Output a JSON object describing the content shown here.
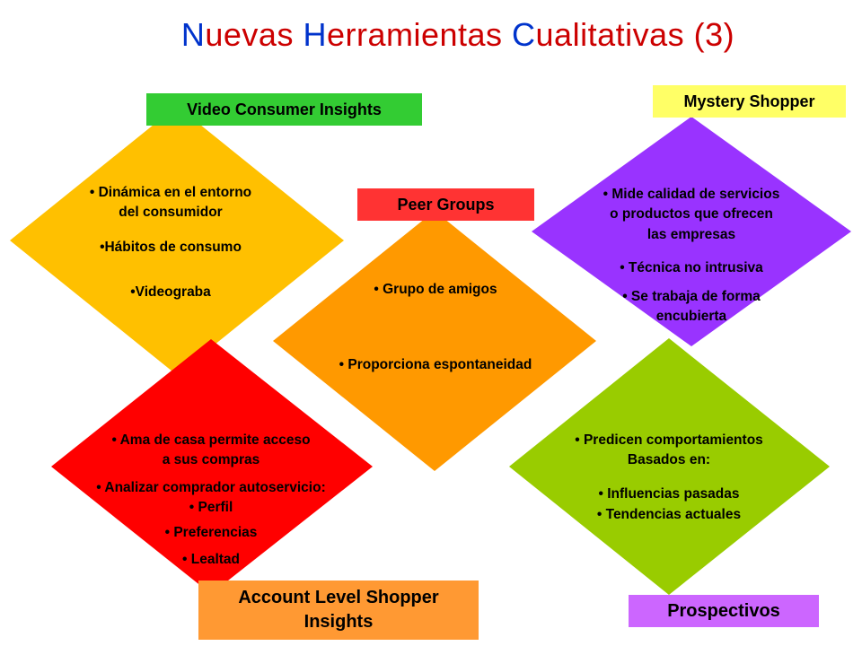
{
  "title": {
    "w1_first": "N",
    "w1_rest": "uevas ",
    "w2_first": "H",
    "w2_rest": "erramientas ",
    "w3_first": "C",
    "w3_rest": "ualitativas (3)"
  },
  "colors": {
    "yellow": "#ffc000",
    "orange": "#ff9900",
    "purple": "#9933ff",
    "red": "#ff0000",
    "green": "#99cc00",
    "label_green": "#33cc33",
    "label_yellow": "#ffff66",
    "label_red": "#ff3333",
    "label_orange": "#ff9933",
    "label_purple": "#cc66ff"
  },
  "video": {
    "label": "Video Consumer Insights",
    "b1a": "• Dinámica en el entorno",
    "b1b": "del consumidor",
    "b2": "•Hábitos de consumo",
    "b3": "•Videograba"
  },
  "peer": {
    "label": "Peer Groups",
    "b1": "• Grupo de amigos",
    "b2": "• Proporciona espontaneidad"
  },
  "mystery": {
    "label": "Mystery Shopper",
    "b1a": "• Mide calidad de servicios",
    "b1b": "o productos que ofrecen",
    "b1c": "las empresas",
    "b2": "• Técnica no intrusiva",
    "b3a": "• Se trabaja de forma",
    "b3b": "encubierta"
  },
  "account": {
    "label_line1": "Account Level Shopper",
    "label_line2": "Insights",
    "b1a": "• Ama de casa permite acceso",
    "b1b": "a sus compras",
    "b2": "• Analizar comprador autoservicio:",
    "b3": "• Perfil",
    "b4": "• Preferencias",
    "b5": "• Lealtad"
  },
  "prospect": {
    "label": "Prospectivos",
    "b1a": "• Predicen comportamientos",
    "b1b": "Basados en:",
    "b2": "• Influencias pasadas",
    "b3": "• Tendencias actuales"
  }
}
